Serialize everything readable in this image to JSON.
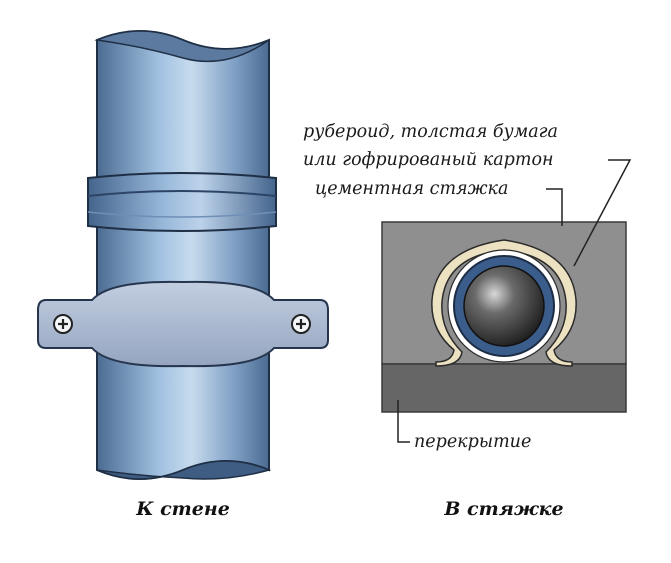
{
  "labels": {
    "roofing": "рубероид, толстая бумага",
    "cardboard": "или гофрированый картон",
    "screed": "цементная стяжка",
    "slab": "перекрытие"
  },
  "captions": {
    "wall": "К стене",
    "screed": "В стяжке"
  },
  "colors": {
    "pipe_dark": "#4f6f95",
    "pipe_mid": "#8eaed2",
    "pipe_light": "#c9dcef",
    "clamp": "#a9b7cf",
    "screed": "#8f8f8f",
    "slab": "#666666",
    "sleeve": "#e9dfc0",
    "pipe_ring": "#3b5d8c",
    "pipe_core": "#2a2a2a"
  }
}
